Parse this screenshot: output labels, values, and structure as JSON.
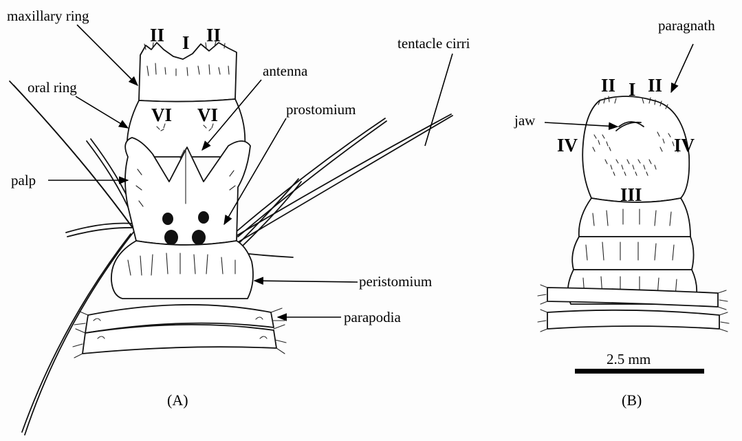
{
  "figure": {
    "panel_a": {
      "caption": "(A)",
      "callouts": {
        "maxillary_ring": "maxillary ring",
        "oral_ring": "oral ring",
        "palp": "palp",
        "antenna": "antenna",
        "prostomium": "prostomium",
        "tentacle_cirri": "tentacle cirri",
        "peristomium": "peristomium",
        "parapodia": "parapodia"
      },
      "groups": {
        "top_left": "II",
        "top_mid": "I",
        "top_right": "II",
        "oral_left": "VI",
        "oral_right": "VI"
      }
    },
    "panel_b": {
      "caption": "(B)",
      "callouts": {
        "paragnath": "paragnath",
        "jaw": "jaw"
      },
      "groups": {
        "top_left": "II",
        "top_mid": "I",
        "top_right": "II",
        "side_left": "IV",
        "side_right": "IV",
        "lower": "III"
      },
      "scale_bar": "2.5 mm"
    }
  }
}
